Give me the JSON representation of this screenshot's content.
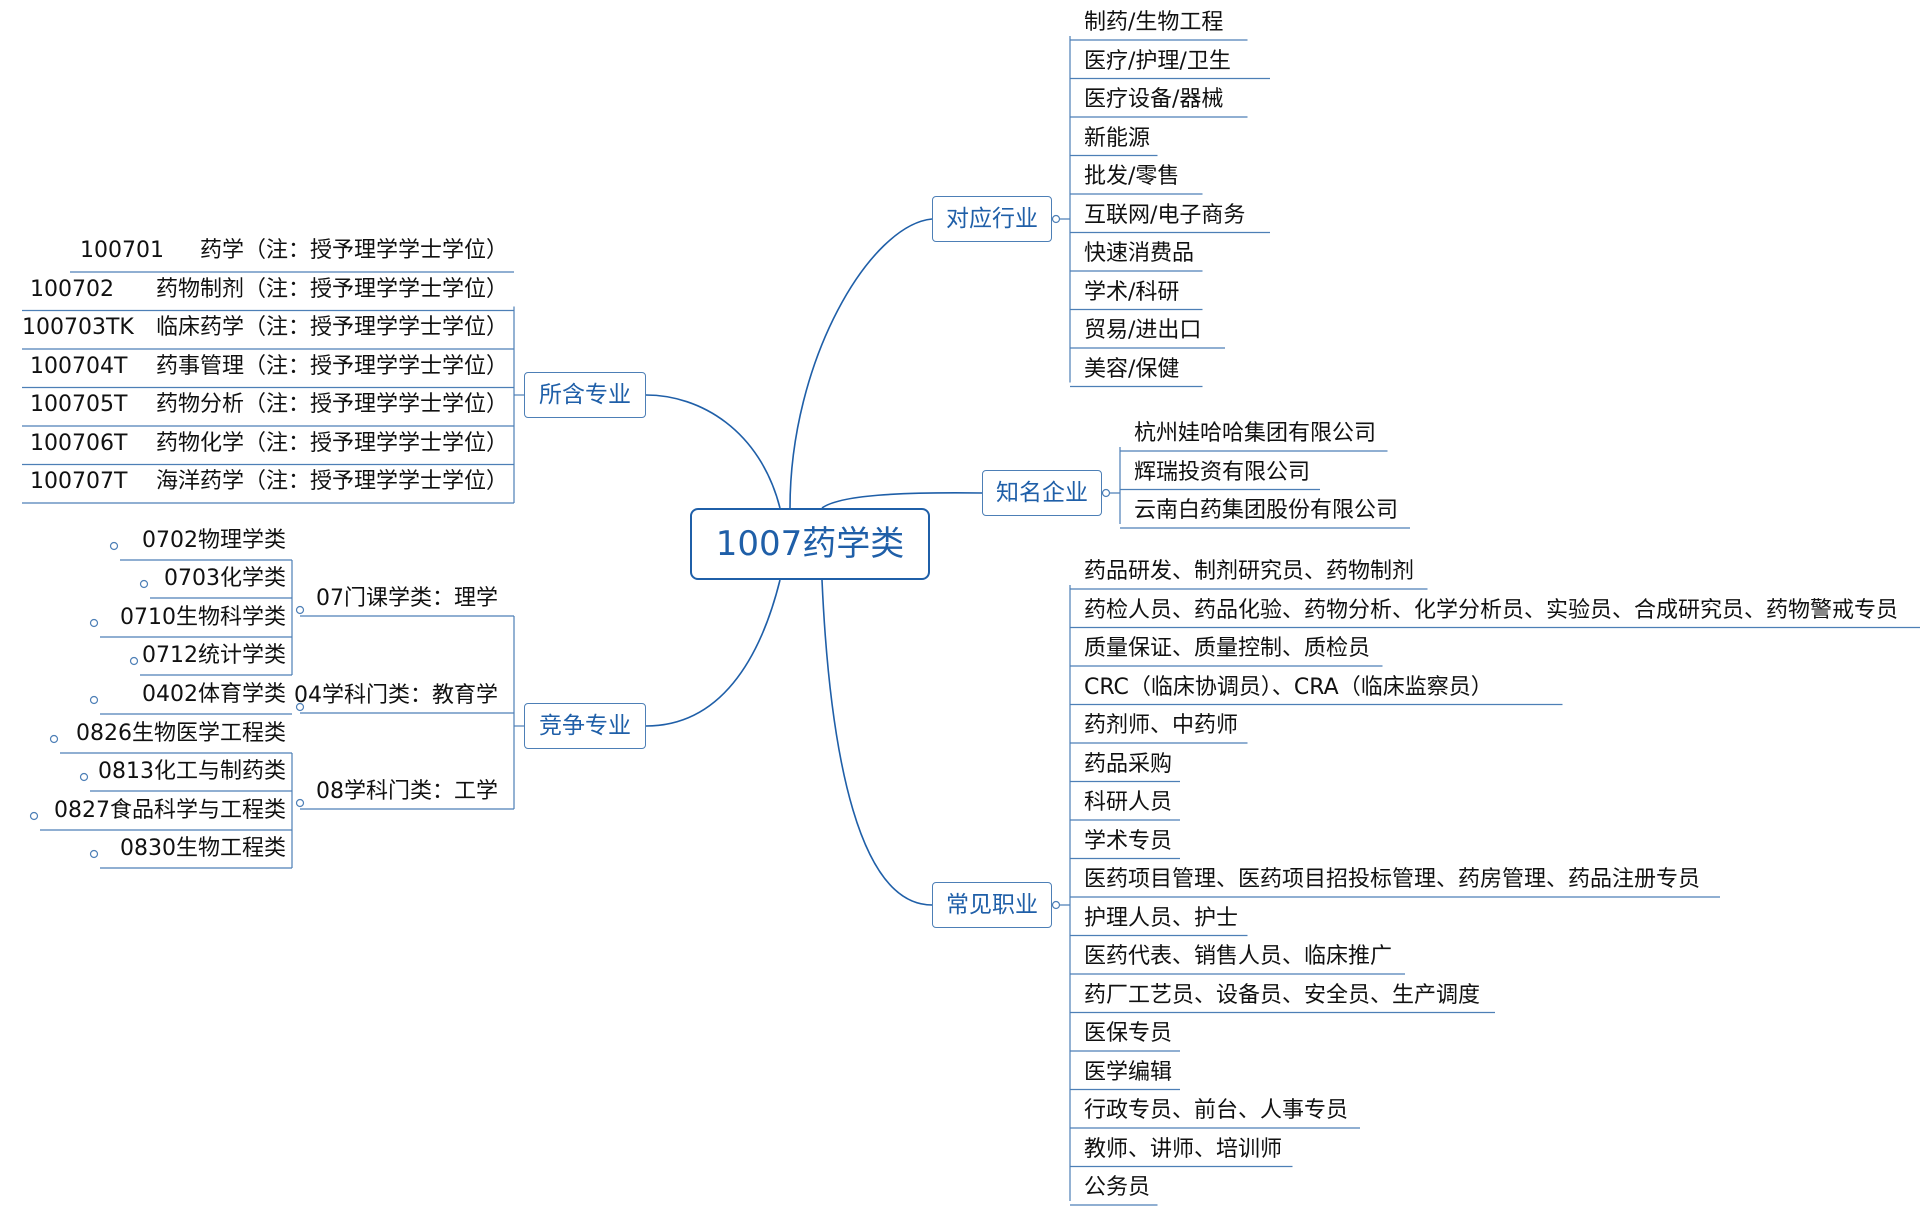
{
  "center": {
    "label": "1007药学类"
  },
  "colors": {
    "line": "#1f5fa8",
    "text": "#111111",
    "leaf_line": "#4d7fb6"
  },
  "branches": {
    "industries": {
      "label": "对应行业",
      "items": [
        "制药/生物工程",
        "医疗/护理/卫生",
        "医疗设备/器械",
        "新能源",
        "批发/零售",
        "互联网/电子商务",
        "快速消费品",
        "学术/科研",
        "贸易/进出口",
        "美容/保健"
      ]
    },
    "companies": {
      "label": "知名企业",
      "items": [
        "杭州娃哈哈集团有限公司",
        "辉瑞投资有限公司",
        "云南白药集团股份有限公司"
      ]
    },
    "careers": {
      "label": "常见职业",
      "items": [
        "药品研发、制剂研究员、药物制剂",
        "药检人员、药品化验、药物分析、化学分析员、实验员、合成研究员、药物警戒专员",
        "质量保证、质量控制、质检员",
        "CRC（临床协调员）、CRA（临床监察员）",
        "药剂师、中药师",
        "药品采购",
        "科研人员",
        "学术专员",
        "医药项目管理、医药项目招投标管理、药房管理、药品注册专员",
        "护理人员、护士",
        "医药代表、销售人员、临床推广",
        "药厂工艺员、设备员、安全员、生产调度",
        "医保专员",
        "医学编辑",
        "行政专员、前台、人事专员",
        "教师、讲师、培训师",
        "公务员"
      ]
    },
    "majors": {
      "label": "所含专业",
      "items": [
        {
          "code": "100701",
          "name": "药学（注：授予理学学士学位）"
        },
        {
          "code": "100702",
          "name": "药物制剂（注：授予理学学士学位）"
        },
        {
          "code": "100703TK",
          "name": "临床药学（注：授予理学学士学位）"
        },
        {
          "code": "100704T",
          "name": "药事管理（注：授予理学学士学位）"
        },
        {
          "code": "100705T",
          "name": "药物分析（注：授予理学学士学位）"
        },
        {
          "code": "100706T",
          "name": "药物化学（注：授予理学学士学位）"
        },
        {
          "code": "100707T",
          "name": "海洋药学（注：授予理学学士学位）"
        }
      ]
    },
    "competing": {
      "label": "竞争专业",
      "groups": [
        {
          "label": "07门课学类：理学",
          "items": [
            "0702物理学类",
            "0703化学类",
            "0710生物科学类",
            "0712统计学类"
          ]
        },
        {
          "label": "04学科门类：教育学",
          "items": [
            "0402体育学类"
          ]
        },
        {
          "label": "08学科门类：工学",
          "items": [
            "0826生物医学工程类",
            "0813化工与制药类",
            "0827食品科学与工程类",
            "0830生物工程类"
          ]
        }
      ]
    }
  }
}
